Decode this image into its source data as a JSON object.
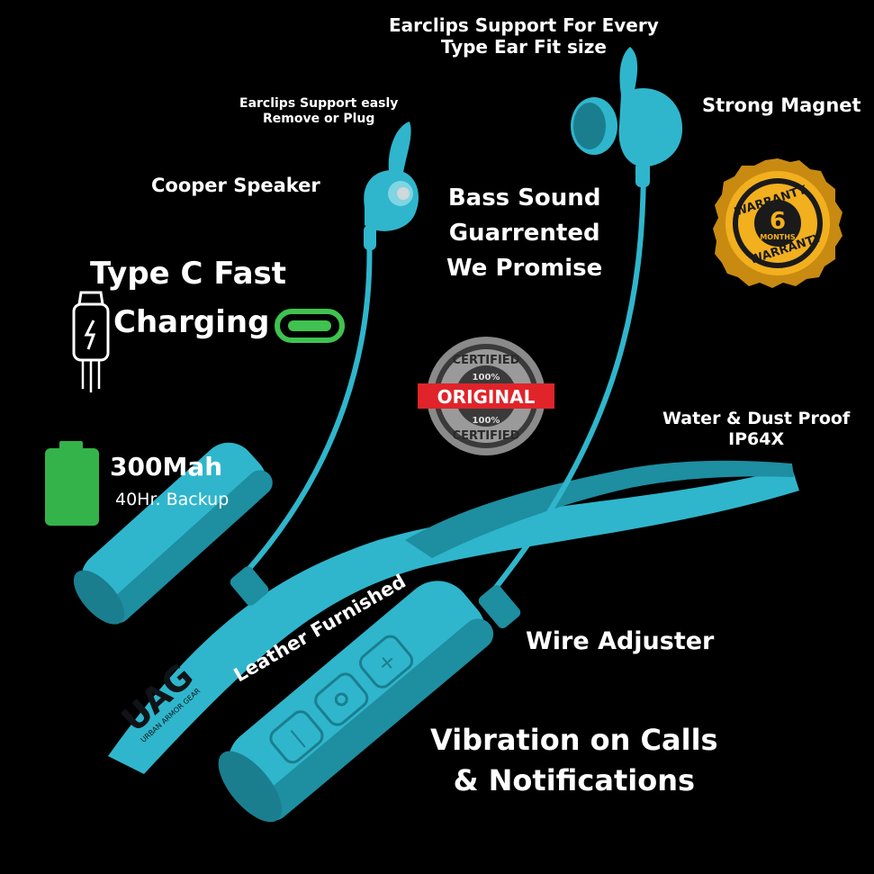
{
  "labels": {
    "earclips_fit_line1": "Earclips Support For Every",
    "earclips_fit_line2": "Type Ear Fit size",
    "earclips_remove_line1": "Earclips Support easly",
    "earclips_remove_line2": "Remove or Plug",
    "strong_magnet": "Strong Magnet",
    "cooper_speaker": "Cooper Speaker",
    "bass_line1": "Bass Sound",
    "bass_line2": "Guarrented",
    "bass_line3": "We Promise",
    "typec_line1": "Type C Fast",
    "typec_line2": "Charging",
    "battery_capacity": "300Mah",
    "battery_backup": "40Hr. Backup",
    "water_line1": "Water & Dust Proof",
    "water_line2": "IP64X",
    "wire_adjuster": "Wire Adjuster",
    "leather": "Leather Furnished",
    "vibration_line1": "Vibration on Calls",
    "vibration_line2": "& Notifications"
  },
  "warranty_badge": {
    "top_text": "WARRANTY",
    "bottom_text": "WARRANTY",
    "number": "6",
    "unit": "MONTHS"
  },
  "original_stamp": {
    "top_text": "CERTIFIED",
    "top_percent": "100%",
    "center_text": "ORIGINAL",
    "bottom_percent": "100%",
    "bottom_text": "CERTIFIED"
  },
  "brand": {
    "logo": "UAG",
    "sub": "URBAN ARMOR GEAR"
  },
  "colors": {
    "background": "#000000",
    "product": "#2fb6cc",
    "product_shade": "#1e8ea1",
    "battery_green": "#34b34a",
    "usb_green": "#3fc24f",
    "gold": "#f2b01e",
    "stamp_red": "#e0242a"
  }
}
